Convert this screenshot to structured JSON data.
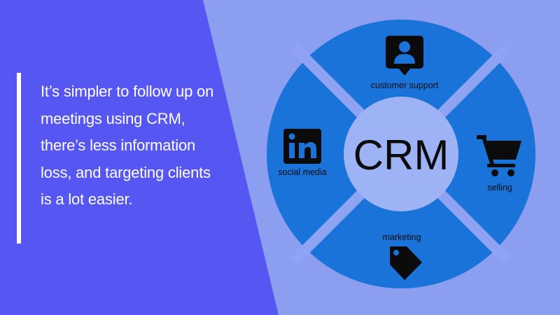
{
  "colors": {
    "left_panel": "#5657f2",
    "right_background": "#8c9ef0",
    "quote_bar": "#ffffff",
    "ring_segment": "#1a73d9",
    "ring_gap": "#8ea3f2",
    "center_circle": "#9eb3f5",
    "icon": "#0b0b0b"
  },
  "quote": {
    "text": "It’s simpler to follow up on meetings using CRM, there’s less information loss, and targeting clients is a lot easier."
  },
  "diagram": {
    "center_label": "CRM",
    "segments": [
      {
        "label": "customer support",
        "icon": "person-chat-icon"
      },
      {
        "label": "selling",
        "icon": "shopping-cart-icon"
      },
      {
        "label": "marketing",
        "icon": "price-tag-icon"
      },
      {
        "label": "social media",
        "icon": "linkedin-icon"
      }
    ]
  }
}
